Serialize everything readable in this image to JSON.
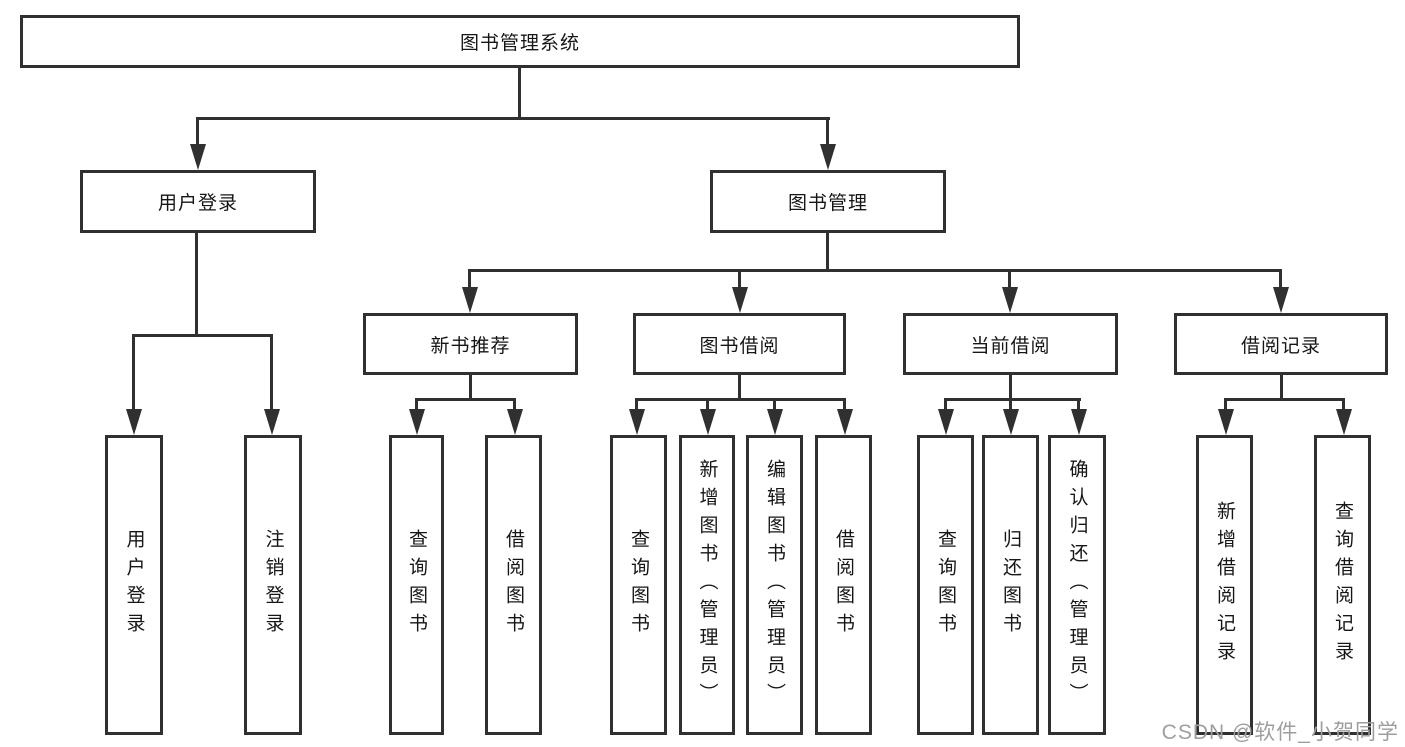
{
  "tree": {
    "root": {
      "label": "图书管理系统"
    },
    "branches": [
      {
        "label": "用户登录",
        "children": [
          {
            "label": "用户登录"
          },
          {
            "label": "注销登录"
          }
        ]
      },
      {
        "label": "图书管理",
        "children": [
          {
            "label": "新书推荐",
            "children": [
              {
                "label": "查询图书"
              },
              {
                "label": "借阅图书"
              }
            ]
          },
          {
            "label": "图书借阅",
            "children": [
              {
                "label": "查询图书"
              },
              {
                "label": "新增图书（管理员）"
              },
              {
                "label": "编辑图书（管理员）"
              },
              {
                "label": "借阅图书"
              }
            ]
          },
          {
            "label": "当前借阅",
            "children": [
              {
                "label": "查询图书"
              },
              {
                "label": "归还图书"
              },
              {
                "label": "确认归还（管理员）"
              }
            ]
          },
          {
            "label": "借阅记录",
            "children": [
              {
                "label": "新增借阅记录"
              },
              {
                "label": "查询借阅记录"
              }
            ]
          }
        ]
      }
    ]
  },
  "watermark": {
    "text": "CSDN @软件_小贺同学"
  },
  "colors": {
    "line": "#303030",
    "box_border": "#303030",
    "text": "#161616",
    "watermark": "#9e9e9e",
    "background": "#ffffff"
  }
}
